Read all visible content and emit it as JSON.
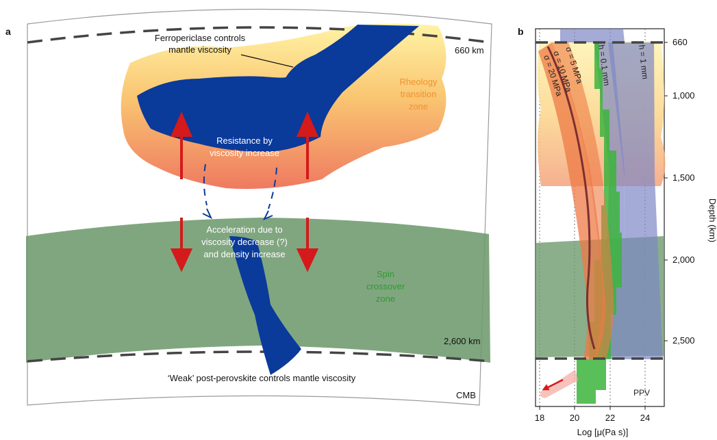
{
  "panel_a": {
    "letter": "a",
    "label_top": "Ferropericlase controls",
    "label_top2": "mantle viscosity",
    "depth_660": "660 km",
    "depth_2600": "2,600 km",
    "rheology_1": "Rheology",
    "rheology_2": "transition",
    "rheology_3": "zone",
    "resistance_1": "Resistance by",
    "resistance_2": "viscosity increase",
    "accel_1": "Acceleration due to",
    "accel_2": "viscosity decrease (?)",
    "accel_3": "and density increase",
    "spin_1": "Spin",
    "spin_2": "crossover",
    "spin_3": "zone",
    "bottom_label": "‘Weak’ post-perovskite controls mantle viscosity",
    "cmb": "CMB"
  },
  "panel_b": {
    "letter": "b",
    "y_label": "Depth (km)",
    "x_label": "Log [μ(Pa s)]",
    "y_ticks": [
      "660",
      "1,000",
      "1,500",
      "2,000",
      "2,500"
    ],
    "x_ticks": [
      "18",
      "20",
      "22",
      "24"
    ],
    "band_20": "σ = 20 MPa",
    "band_10": "σ = 10 MPa",
    "band_5": "σ = 5 MPa",
    "band_h01": "h = 0.1 mm",
    "band_h1": "h = 1 mm",
    "ppv": "PPV"
  },
  "colors": {
    "slab": "#0a3a9a",
    "green_zone": "#6e9a6e",
    "arrow_red": "#d41a1a",
    "band_orange": "#ee7a45",
    "band_blue": "#7d88c4",
    "band_green": "#3cb43c",
    "rheology_text": "#f0922e",
    "spin_text": "#2e9a2e"
  }
}
